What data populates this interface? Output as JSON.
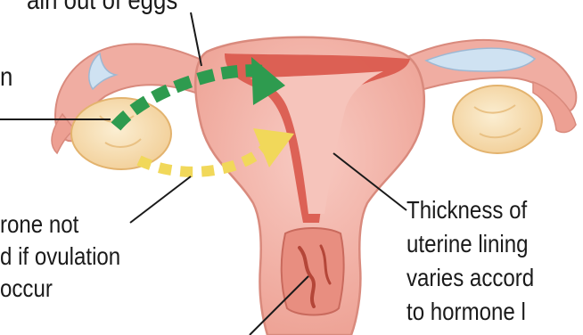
{
  "labels": {
    "top_partial": "ain out of eggs",
    "left_partial_h": "n",
    "progesterone": [
      "rone not",
      "d if ovulation",
      "occur"
    ],
    "thickness": [
      "Thickness of",
      "uterine lining",
      "varies accord",
      "to hormone l"
    ]
  },
  "colors": {
    "tissue": "#f2b6ad",
    "tissue_dark": "#e48d80",
    "lining": "#d9574a",
    "ovary": "#f7dfb4",
    "tube_fimbria": "#c7dcef",
    "green_arrow": "#2e9b4f",
    "yellow_arrow": "#f1d85a",
    "leader_line": "#1a1a1a"
  }
}
